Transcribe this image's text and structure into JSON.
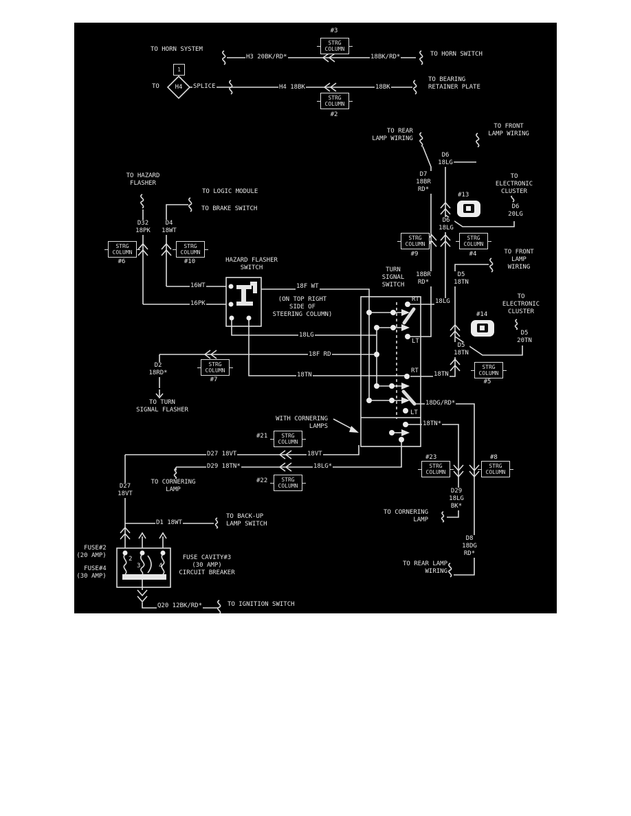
{
  "strg_column_label": "STRG\nCOLUMN",
  "top": {
    "to_horn_system": "TO HORN SYSTEM",
    "h3_wire": "H3 20BK/RD*",
    "tag3": "#3",
    "bk_rd_wire": "18BK/RD*",
    "to_horn_switch": "TO HORN SWITCH",
    "splice_pin": "1",
    "to": "TO",
    "splice_id": "H4",
    "splice": "SPLICE",
    "h4_wire": "H4 18BK",
    "bk_wire": "18BK",
    "to_bearing": "TO BEARING\nRETAINER PLATE",
    "tag2": "#2"
  },
  "right": {
    "to_rear_lamp": "TO REAR\nLAMP WIRING",
    "to_front_lamp": "TO FRONT\nLAMP WIRING",
    "d6_18lg_a": "D6\n18LG",
    "d7": "D7\n18BR\nRD*",
    "to_electronic_cluster_a": "TO ELECTRONIC\nCLUSTER",
    "tag13": "#13",
    "d6_20lg": "D6\n20LG",
    "d6_18lg_b": "D6\n18LG",
    "tag9": "#9",
    "tag4": "#4",
    "to_front_lamp_b": "TO FRONT\nLAMP WIRING",
    "br_rd": "18BR\nRD*",
    "d5_18tn_a": "D5\n18TN",
    "to_electronic_cluster_b": "TO ELECTRONIC\nCLUSTER",
    "tag14": "#14",
    "d5_20tn": "D5\n20TN",
    "lg_wire": "18LG",
    "d5_18tn_b": "D5\n18TN",
    "tag5": "#5",
    "tn_wire": "18TN"
  },
  "hazard": {
    "to_hazard_flasher": "TO HAZARD\nFLASHER",
    "to_logic_module": "TO LOGIC MODULE",
    "to_brake_switch": "TO BRAKE SWITCH",
    "d32": "D32\n18PK",
    "d4": "D4\n18WT",
    "tag6": "#6",
    "tag10": "#10",
    "switch_title": "HAZARD FLASHER\nSWITCH",
    "wt16": "16WT",
    "pk16": "16PK",
    "fwt18": "18F WT",
    "location_note": "(ON TOP RIGHT\nSIDE OF\nSTEERING COLUMN)",
    "lg18": "18LG",
    "frd18": "18F RD",
    "tn18": "18TN",
    "d2": "D2\n18RD*",
    "tag7": "#7",
    "to_turn_signal_flasher": "TO TURN\nSIGNAL FLASHER"
  },
  "switch": {
    "title": "TURN\nSIGNAL\nSWITCH",
    "rt1": "RT",
    "lt1": "LT",
    "rt2": "RT",
    "lt2": "LT",
    "dg_rd": "18DG/RD*",
    "tn_star": "18TN*"
  },
  "cornering": {
    "with_lamps": "WITH CORNERING\nLAMPS",
    "tag21": "#21",
    "tag22": "#22",
    "d27_wire": "D27 18VT",
    "vt18": "18VT",
    "d29_wire": "D29 18TN*",
    "lg18_star": "18LG*",
    "to_cornering_a": "TO CORNERING\nLAMP",
    "d27_vert": "D27\n18VT",
    "tag23": "#23",
    "tag8": "#8",
    "d29_vert": "D29\n18LG\nBK*",
    "to_cornering_b": "TO CORNERING\nLAMP",
    "d8_vert": "D8\n18DG\nRD*",
    "to_rear_lamp_b": "TO REAR LAMP\nWIRING"
  },
  "fuse": {
    "d1_wire": "D1 18WT",
    "to_backup": "TO BACK-UP\nLAMP SWITCH",
    "fuse2": "FUSE#2\n(20 AMP)",
    "fuse4": "FUSE#4\n(30 AMP)",
    "cavity3": "FUSE CAVITY#3\n(30 AMP)\nCIRCUIT BREAKER",
    "f2": "2",
    "f3": "3",
    "f4": "4",
    "q20_wire": "Q20 12BK/RD*",
    "to_ignition": "TO IGNITION SWITCH"
  }
}
